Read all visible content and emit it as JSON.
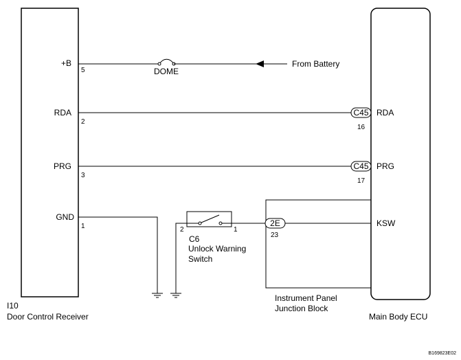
{
  "left_component": {
    "code": "I10",
    "name": "Door Control Receiver",
    "pins": [
      {
        "label": "+B",
        "number": "5"
      },
      {
        "label": "RDA",
        "number": "2"
      },
      {
        "label": "PRG",
        "number": "3"
      },
      {
        "label": "GND",
        "number": "1"
      }
    ]
  },
  "right_component": {
    "name": "Main Body ECU",
    "pins": [
      {
        "label": "RDA",
        "connector": "C45",
        "number": "16"
      },
      {
        "label": "PRG",
        "connector": "C45",
        "number": "17"
      },
      {
        "label": "KSW",
        "connector": "2E",
        "number": "23"
      }
    ]
  },
  "fuse": {
    "label": "DOME"
  },
  "battery": {
    "label": "From Battery"
  },
  "switch": {
    "code": "C6",
    "name_line1": "Unlock Warning",
    "name_line2": "Switch",
    "pin_left": "2",
    "pin_right": "1"
  },
  "junction_block": {
    "line1": "Instrument Panel",
    "line2": "Junction Block"
  },
  "figure_id": "B169823E02"
}
